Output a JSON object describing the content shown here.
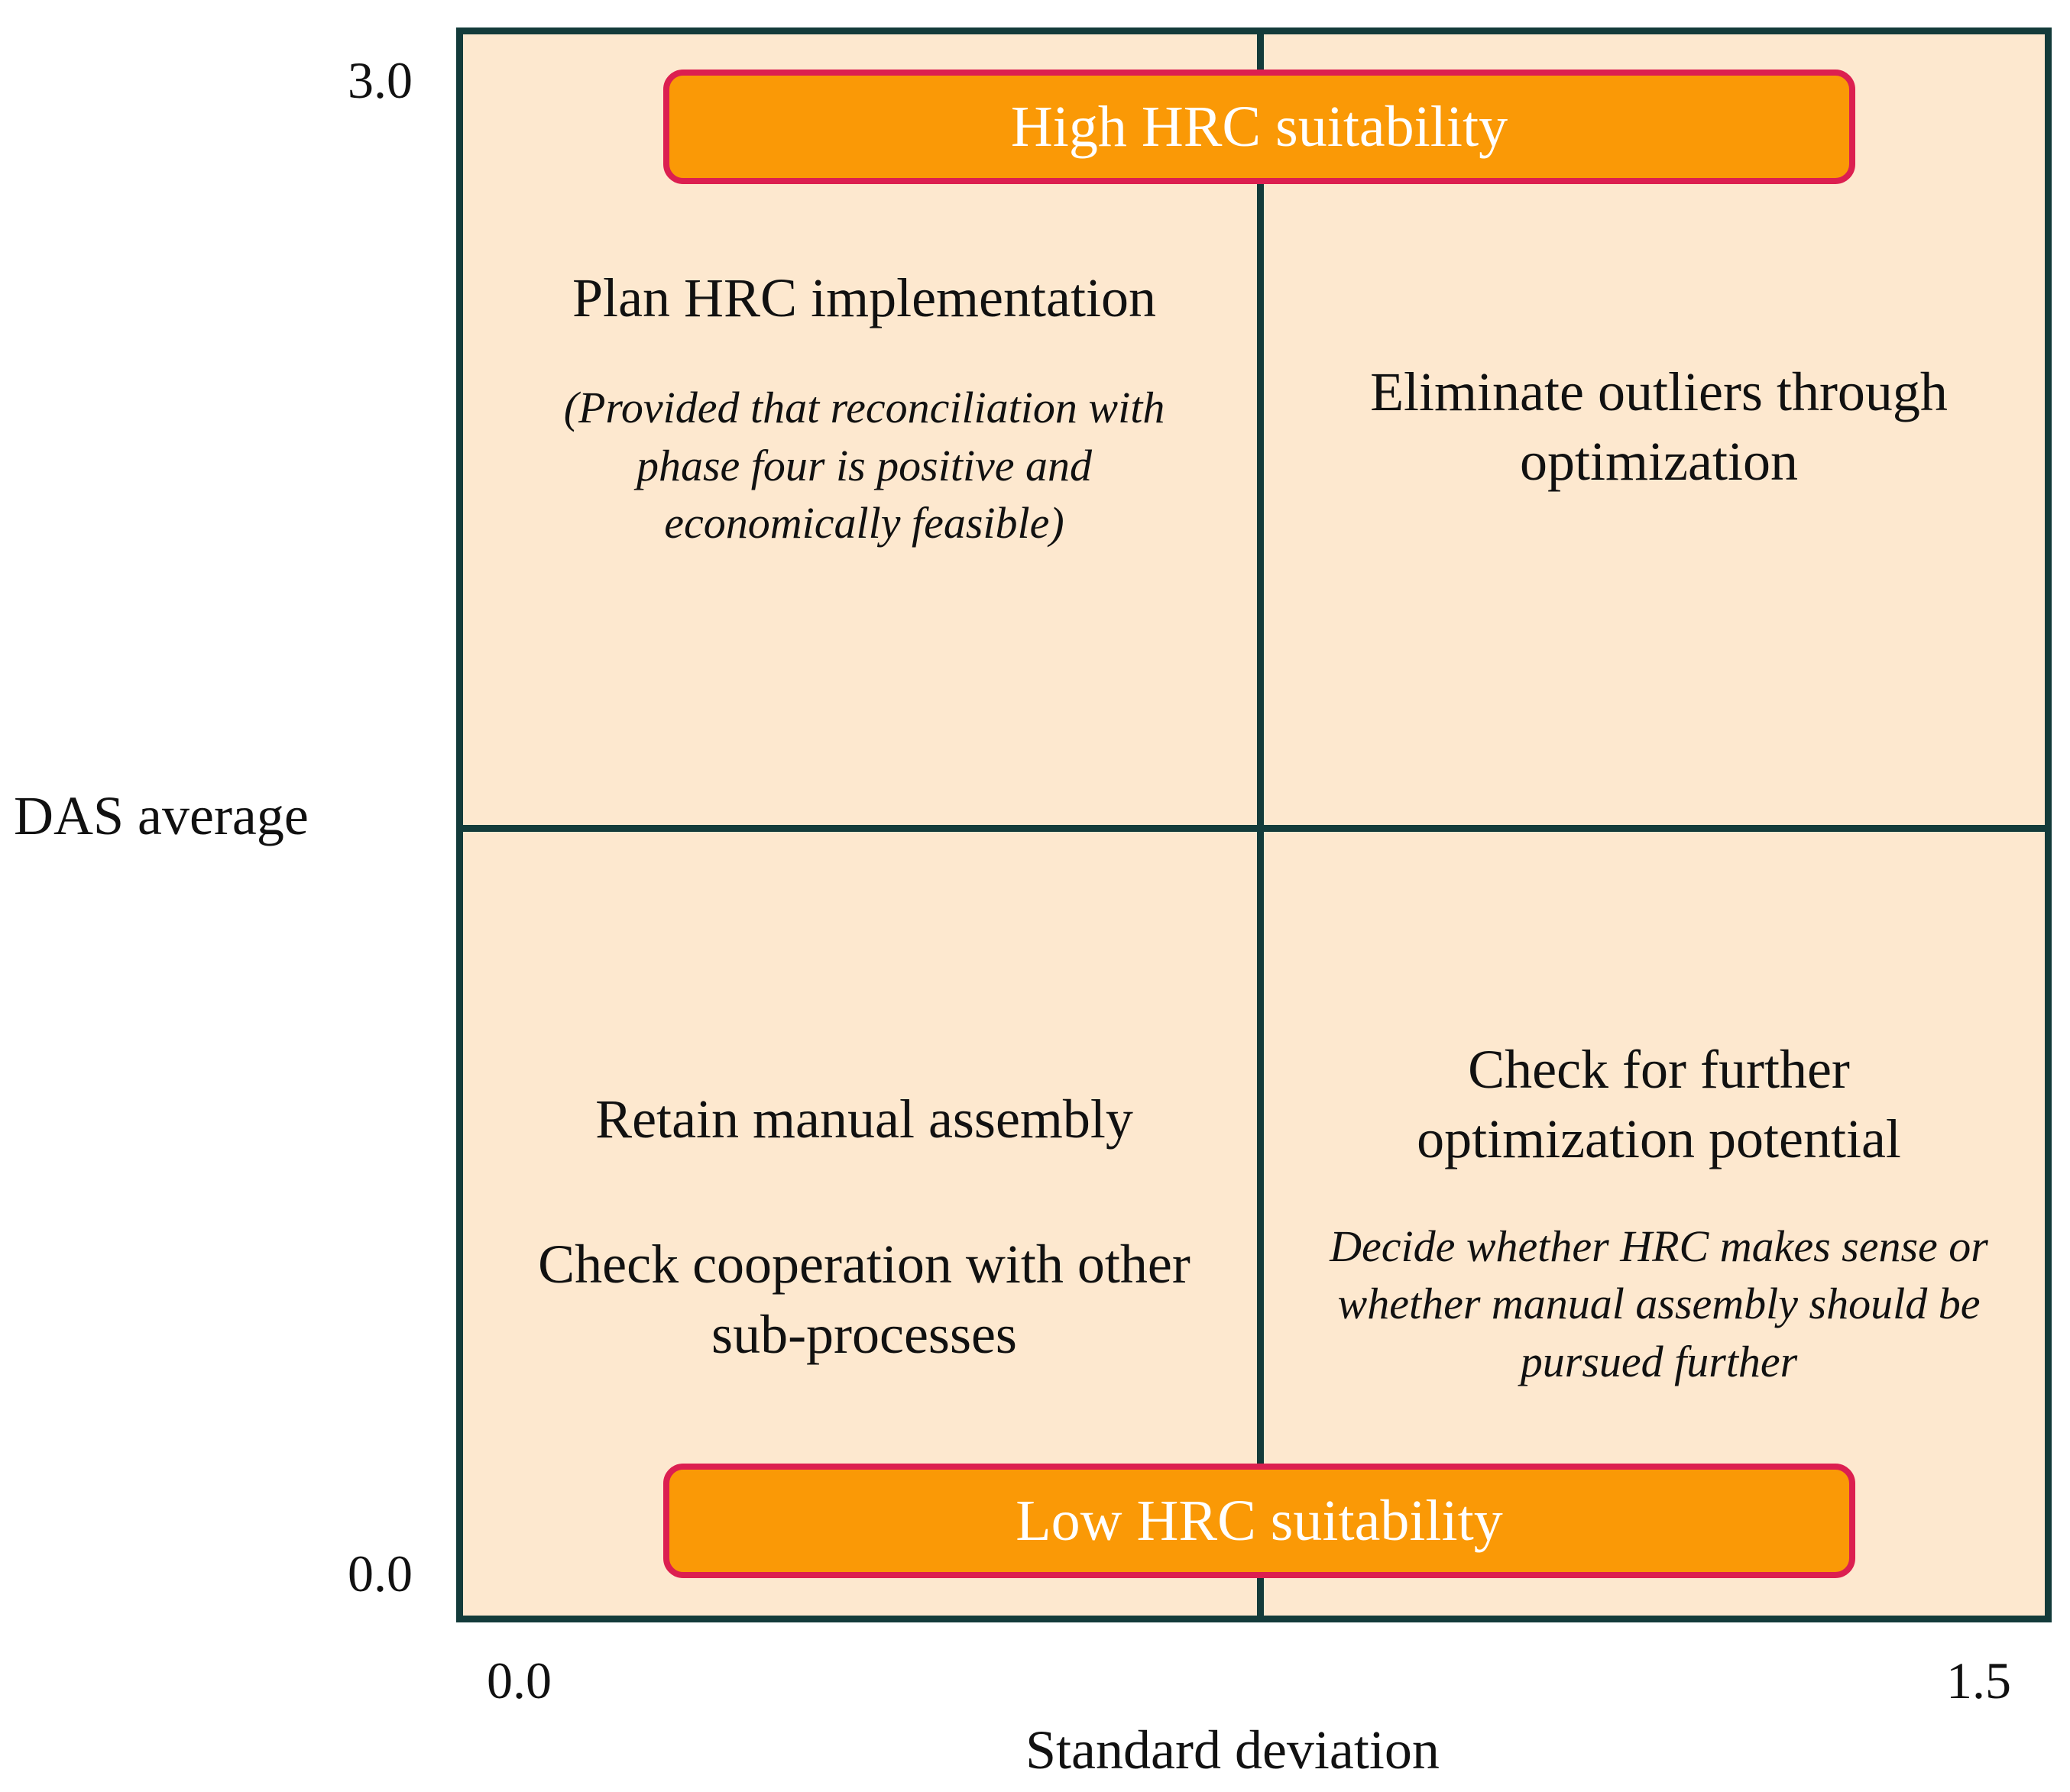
{
  "chart": {
    "y_axis": {
      "label": "DAS average",
      "min_label": "0.0",
      "max_label": "3.0"
    },
    "x_axis": {
      "label": "Standard deviation",
      "min_label": "0.0",
      "max_label": "1.5"
    },
    "banners": {
      "high": "High HRC suitability",
      "low": "Low HRC suitability"
    },
    "quadrants": {
      "top_left": {
        "title": "Plan HRC implementation",
        "note_lines": [
          "(Provided that reconciliation with",
          "phase four is positive and",
          "economically feasible)"
        ]
      },
      "top_right": {
        "title_lines": [
          "Eliminate outliers through",
          "optimization"
        ]
      },
      "bottom_left": {
        "title": "Retain manual assembly",
        "subtitle_lines": [
          "Check cooperation with other",
          "sub-processes"
        ]
      },
      "bottom_right": {
        "title_lines": [
          "Check for further",
          "optimization potential"
        ],
        "note_lines": [
          "Decide whether HRC makes sense or",
          "whether manual assembly should be",
          "pursued further"
        ]
      }
    },
    "colors": {
      "background": "#fde8cf",
      "grid_lines": "#133b3a",
      "banner_fill": "#fa9906",
      "banner_border": "#dc1f50",
      "banner_text": "#ffffff"
    }
  }
}
